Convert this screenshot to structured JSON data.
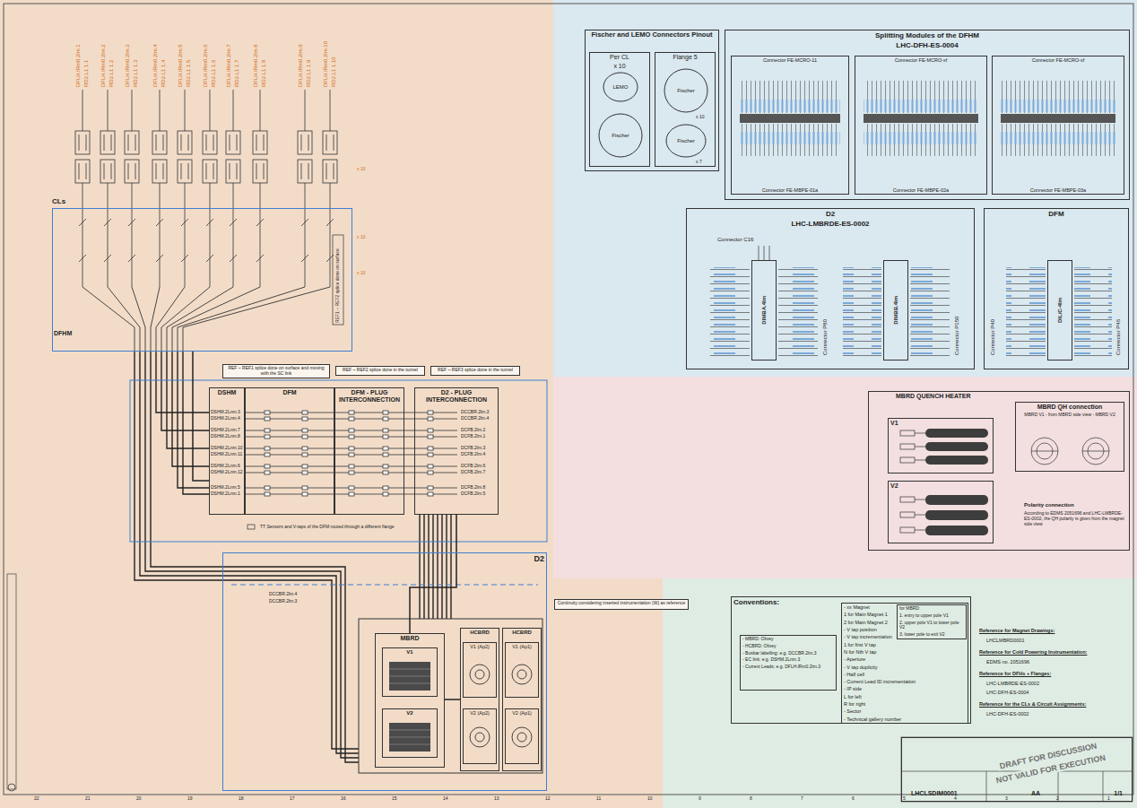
{
  "diagram": {
    "nodes": [
      {
        "text": [
          "Fischer and LEMO Connectors Pinout"
        ]
      },
      {
        "text": [
          "Per CL",
          "x 10"
        ],
        "in": 0
      },
      {
        "text": [
          "Flange 5"
        ],
        "in": 0
      },
      {
        "text": [
          "LEMO"
        ],
        "in": 1
      },
      {
        "text": [
          "Fischer"
        ],
        "in": 1
      },
      {
        "text": [
          "Fischer"
        ],
        "in": 2
      },
      {
        "text": [
          "Fischer"
        ],
        "in": 2
      },
      {
        "text": [
          "Splitting Modules of the DFHM",
          "LHC-DFH-ES-0004"
        ]
      },
      {
        "text": [
          "Connector FE-MCRO-11",
          "Connector FE-MBPE-01a"
        ],
        "in": 7
      },
      {
        "text": [
          "Connector FE-MCRO-xf",
          "Connector FE-MBPE-02a"
        ],
        "in": 7
      },
      {
        "text": [
          "Connector FE-MCRO-xf",
          "Connector FE-MBPE-03a"
        ],
        "in": 7
      },
      {
        "text": [
          "D2",
          "LHC-LMBRDE-ES-0002"
        ]
      },
      {
        "text": [
          "DIMBA.4lm"
        ],
        "in": 11
      },
      {
        "text": [
          "DIMBB.4lm"
        ],
        "in": 11
      },
      {
        "text": [
          "DFM"
        ]
      },
      {
        "text": [
          "DIL/C-4lm"
        ],
        "in": 14
      },
      {
        "text": [
          "MBRD QUENCH HEATER"
        ]
      },
      {
        "text": [
          "V1"
        ],
        "in": 16
      },
      {
        "text": [
          "V2"
        ],
        "in": 16
      },
      {
        "text": [
          "MBRD QH connection",
          "MBRD V1 - from MBRD side view - MBRD V2"
        ],
        "in": 16
      },
      {
        "text": [
          "Conventions:"
        ]
      },
      {
        "text": [
          "- MBRD: Olivey",
          "- HCBRD: Olivey",
          "- Busbar labelling: e.g. DCCBR.2lm.3",
          "- EC link: e.g. DSHM.2Lnm.3",
          "- Current Leads: e.g. DFLH.lRm0.2lm.3"
        ],
        "in": 20
      },
      {
        "text": [
          "- xx Magnet",
          "1 for Main Magnet 1",
          "2 for Main Magnet 2",
          "- V tap position",
          "- V tap incrementation",
          "1 for first V tap",
          "N for Nth V tap",
          "- Aperture",
          "- V tap duplicity",
          "- Half cell",
          "- Current Lead ID incrementation",
          "- IP side",
          "L for left",
          "R for right",
          "- Sector",
          "- Technical gallery number"
        ],
        "in": 20
      },
      {
        "text": [
          "for MBRD:",
          "1. entry to upper pole V1",
          "2. upper pole V1 to lower pole V2",
          "3. lower pole to exit V2"
        ],
        "in": 22
      },
      {
        "text": [
          "LHCLSDIM0001",
          "AA",
          "1/1"
        ]
      },
      {
        "text": [
          "CLs"
        ]
      },
      {
        "text": [
          "DSHM"
        ]
      },
      {
        "text": [
          "DFM"
        ]
      },
      {
        "text": [
          "DFM - PLUG INTERCONNECTION"
        ]
      },
      {
        "text": [
          "D2 - PLUG INTERCONNECTION"
        ]
      },
      {
        "text": [
          "REF ~ REF1 splice done on surface and moving with the SC link"
        ]
      },
      {
        "text": [
          "REF ~ REF2 splice done in the tunnel"
        ]
      },
      {
        "text": [
          "REF ~ REF3 splice done in the tunnel"
        ]
      },
      {
        "text": [
          "Continuity considering inserted instrumentation (W) as reference"
        ]
      },
      {
        "text": [
          "D2"
        ]
      },
      {
        "text": [
          "MBRD"
        ],
        "in": 34
      },
      {
        "text": [
          "V1"
        ],
        "in": 35
      },
      {
        "text": [
          "V2"
        ],
        "in": 35
      },
      {
        "text": [
          "HCBRD"
        ],
        "in": 34
      },
      {
        "text": [
          "V1 (Ap2)"
        ],
        "in": 38
      },
      {
        "text": [
          "V2 (Ap2)"
        ],
        "in": 38
      },
      {
        "text": [
          "HCBRD"
        ],
        "in": 34
      },
      {
        "text": [
          "V1 (Ap1)"
        ],
        "in": 41
      },
      {
        "text": [
          "V2 (Ap1)"
        ],
        "in": 41
      }
    ],
    "edges": [
      {
        "from": 25,
        "to": 26,
        "arrow": "none"
      },
      {
        "from": 29,
        "to": 35,
        "arrow": "none"
      },
      {
        "from": 35,
        "to": 38,
        "arrow": "none"
      }
    ],
    "labels": [
      "DFLH.lRm0.2lm.1",
      "RD2.L1 1.1",
      "DFLH.lRm0.2lm.2",
      "RD2.L1 1.2",
      "DFLH.lRm0.2lm.3",
      "RD2.L1 1.3",
      "DFLH.lRm0.2lm.4",
      "RD2.L1 1.4",
      "DFLH.lRm0.2lm.5",
      "RD2.L1 1.5",
      "DFLH.lRm0.2lm.6",
      "RD2.L1 1.6",
      "DFLH.lRm0.2lm.7",
      "RD2.L1 1.7",
      "DFLH.lRm0.2lm.8",
      "RD2.L1 1.8",
      "DFLH.lRm0.2lm.9",
      "RD2.L1 1.9",
      "DFLH.lRm0.2lm.10",
      "RD2.L1 1.10",
      "x 10",
      "x 10",
      "x 10",
      "DFHM",
      "REF1 ~ REF2 splice done on surface",
      "DSHM.2Lnm.3",
      "DSHM.2Lnm.4",
      "DSHM.2Lnm.7",
      "DSHM.2Lnm.8",
      "DSHM.2Lnm.10",
      "DSHM.2Lnm.11",
      "DSHM.2Lnm.6",
      "DSHM.2Lnm.12",
      "DSHM.2Lnm.5",
      "DSHM.2Lnm.1",
      "DCCBR.2lm.3",
      "DCCBR.2lm.4",
      "DCFB.2lm.2",
      "DCFB.2lm.1",
      "DCFB.2lm.3",
      "DCFB.2lm.4",
      "DCFB.2lm.6",
      "DCFB.2lm.7",
      "DCFB.2lm.8",
      "DCFB.2lm.5",
      "TT Sensors and V-taps of the DFM routed through a different flange",
      "DCCBR.2lm.4",
      "DCCBR.2lm.3",
      "Connector C16",
      "Connector P80",
      "Connector P150",
      "Connector P40",
      "Connector P46",
      "Polarity connection",
      "According to EDMS 2051696 and LHC-LMBRDE-ES-0002, the QH polarity is given from the magnet side view",
      "Reference for Magnet Drawings:",
      "LHCLMBRD0001",
      "Reference for Cold Powering Instrumentation:",
      "EDMS no. 2051696",
      "Reference for DFHs + Flanges:",
      "LHC-LMBRDE-ES-0002",
      "LHC-DFH-ES-0004",
      "Reference for the CLs & Circuit Assignments:",
      "LHC-DFH-ES-0002",
      "DRAFT FOR DISCUSSION",
      "NOT VALID FOR EXECUTION",
      "22",
      "21",
      "20",
      "19",
      "18",
      "17",
      "16",
      "15",
      "14",
      "13",
      "12",
      "11",
      "10",
      "9",
      "8",
      "7",
      "6",
      "5",
      "4",
      "3",
      "2",
      "1",
      "x 10",
      "x 7"
    ]
  }
}
